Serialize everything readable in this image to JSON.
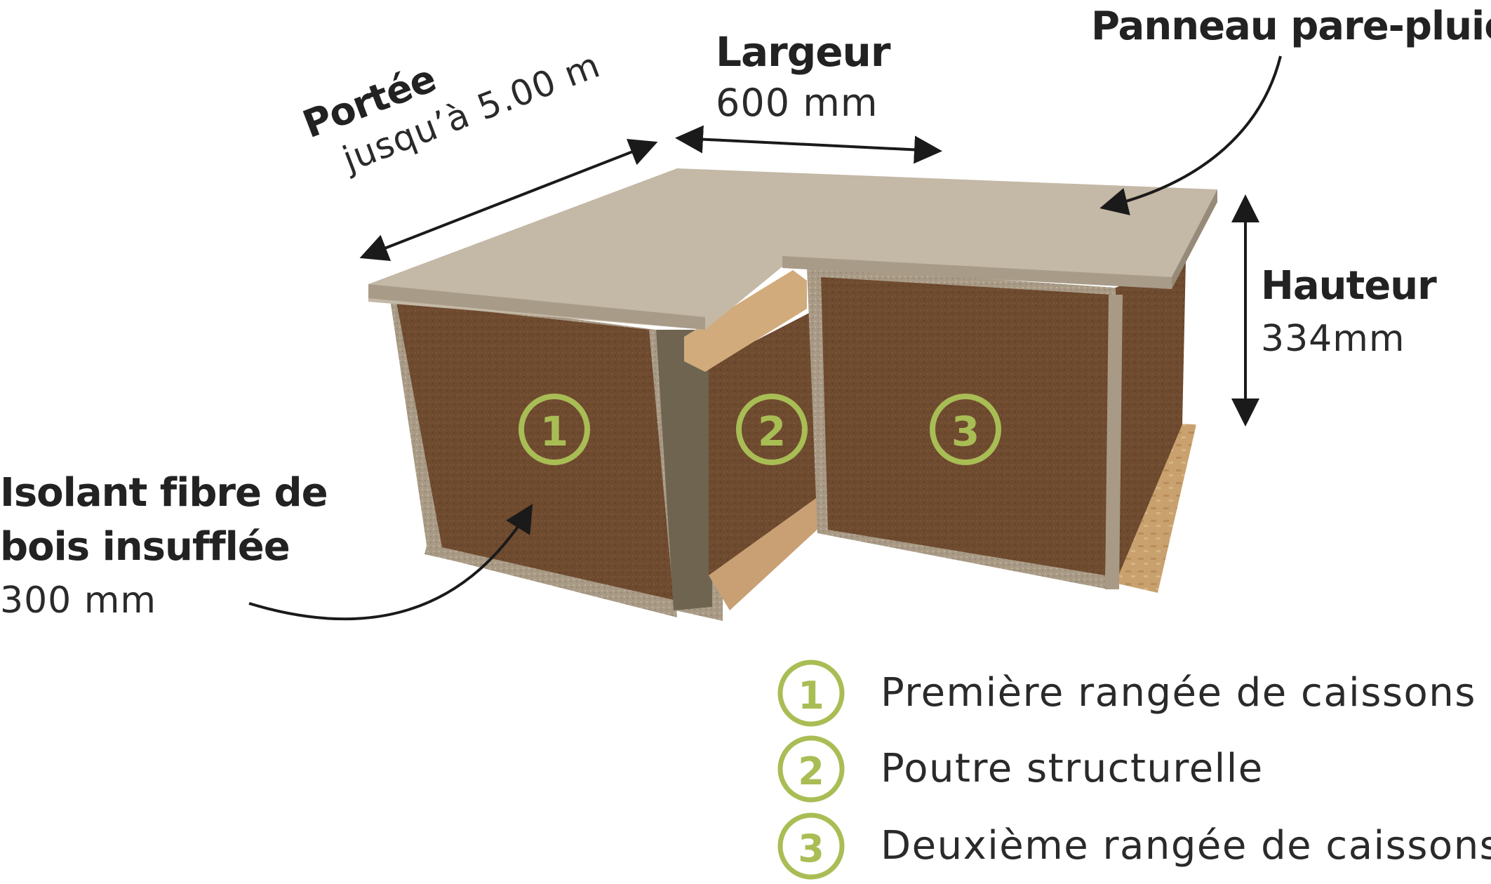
{
  "labels": {
    "portee_title": "Portée",
    "portee_value": "jusqu’à 5.00 m",
    "largeur_title": "Largeur",
    "largeur_value": "600 mm",
    "panneau_title": "Panneau pare-pluie",
    "hauteur_title": "Hauteur",
    "hauteur_value": "334mm",
    "isolant_title_line1": "Isolant fibre de",
    "isolant_title_line2": "bois insufflée",
    "isolant_value": "300 mm"
  },
  "markers": [
    {
      "num": "1"
    },
    {
      "num": "2"
    },
    {
      "num": "3"
    }
  ],
  "legend": [
    {
      "num": "1",
      "text": "Première rangée de caissons"
    },
    {
      "num": "2",
      "text": "Poutre structurelle"
    },
    {
      "num": "3",
      "text": "Deuxième rangée de caissons"
    }
  ],
  "colors": {
    "accent_green": "#a9bd55",
    "text_dark": "#222222",
    "top_panel": "#c4b8a6",
    "fiber": "#6e4a2f",
    "wood_frame": "#b0a18a",
    "osb": "#c9a16f"
  },
  "icons": [
    "arrow-double-portee-icon",
    "arrow-double-largeur-icon",
    "arrow-double-hauteur-icon",
    "arrow-curved-panneau-icon",
    "arrow-curved-isolant-icon"
  ]
}
